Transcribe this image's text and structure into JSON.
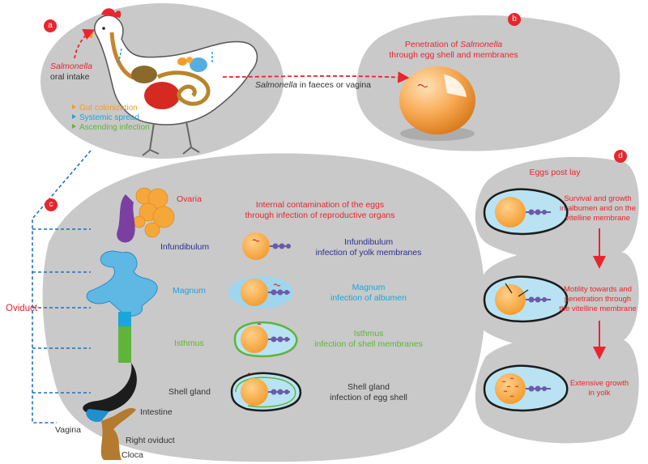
{
  "panel_a": {
    "badge": "a",
    "salmonella": "Salmonella",
    "oral_intake": "oral intake",
    "legend": [
      {
        "label": "Gut colonization",
        "color": "#f39c2a"
      },
      {
        "label": "Systemic spread",
        "color": "#1aa6d8"
      },
      {
        "label": "Ascending infection",
        "color": "#5fb53a"
      }
    ],
    "faeces_italic": "Salmonella",
    "faeces_rest": " in faeces or vagina"
  },
  "panel_b": {
    "badge": "b",
    "line1_pre": "Penetration of ",
    "line1_italic": "Salmonella",
    "line2": "through egg shell and membranes"
  },
  "panel_c": {
    "badge": "c",
    "oviduct": "Oviduct",
    "ovaria": "Ovaria",
    "header_line1": "Internal contamination of the eggs",
    "header_line2": "through infection of reproductive organs",
    "organs": [
      {
        "organ": "Infundibulum",
        "title": "Infundibulum",
        "detail": "infection of yolk membranes"
      },
      {
        "organ": "Magnum",
        "title": "Magnum",
        "detail": "infection of albumen"
      },
      {
        "organ": "Isthmus",
        "title": "Isthmus",
        "detail": "infection of shell membranes"
      },
      {
        "organ": "Shell gland",
        "title": "Shell gland",
        "detail": "infection of egg shell"
      }
    ],
    "intestine": "Intestine",
    "vagina": "Vagina",
    "right_oviduct": "Right oviduct",
    "cloca": "Cloca"
  },
  "panel_d": {
    "badge": "d",
    "title": "Eggs post lay",
    "steps": [
      {
        "lines": [
          "Survival and growth",
          "in albumen and on the",
          "vitelline membrane"
        ]
      },
      {
        "lines": [
          "Motility towards and",
          "penetration through",
          "the vitelline membrane"
        ]
      },
      {
        "lines": [
          "Extensive growth",
          "in yolk"
        ]
      }
    ]
  },
  "colors": {
    "accent_red": "#e8262d",
    "panel_grey": "#c9c9c9",
    "infundibulum": "#2b2f8f",
    "magnum": "#1aa6d8",
    "isthmus": "#5fb53a",
    "shell_gland": "#222222",
    "yolk": "#f6a73a"
  }
}
